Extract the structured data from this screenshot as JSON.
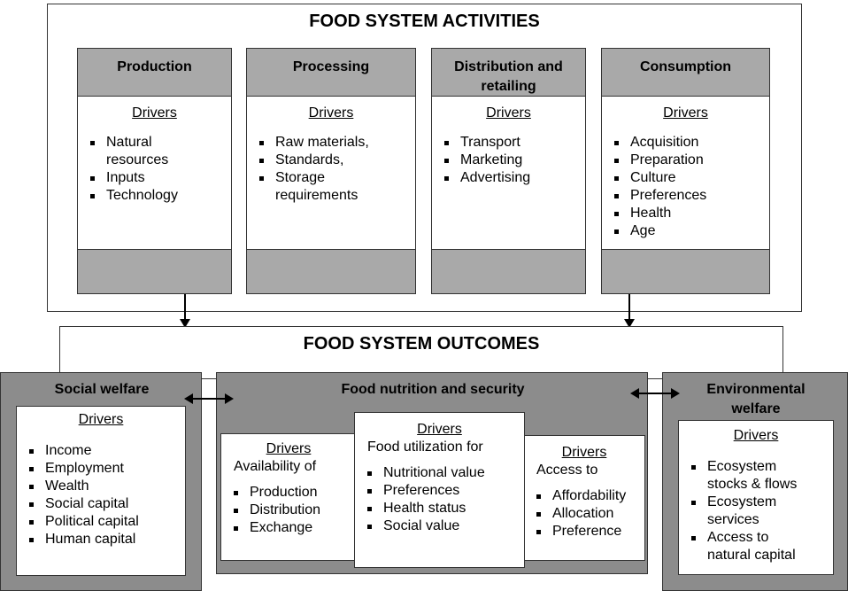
{
  "activities": {
    "title": "FOOD SYSTEM ACTIVITIES",
    "columns": [
      {
        "title": "Production",
        "drivers_label": "Drivers",
        "items": [
          "Natural resources",
          "Inputs",
          "Technology"
        ]
      },
      {
        "title": "Processing",
        "drivers_label": "Drivers",
        "items": [
          "Raw materials,",
          "Standards,",
          "Storage requirements"
        ]
      },
      {
        "title": "Distribution and retailing",
        "drivers_label": "Drivers",
        "items": [
          "Transport",
          "Marketing",
          "Advertising"
        ]
      },
      {
        "title": "Consumption",
        "drivers_label": "Drivers",
        "items": [
          "Acquisition",
          "Preparation",
          "Culture",
          "Preferences",
          "Health",
          "Age"
        ]
      }
    ]
  },
  "outcomes": {
    "title": "FOOD SYSTEM OUTCOMES",
    "social": {
      "title": "Social welfare",
      "drivers_label": "Drivers",
      "items": [
        "Income",
        "Employment",
        "Wealth",
        "Social capital",
        "Political capital",
        "Human capital"
      ]
    },
    "food": {
      "title": "Food nutrition and security",
      "availability": {
        "drivers_label": "Drivers",
        "subtitle": "Availability of",
        "items": [
          "Production",
          "Distribution",
          "Exchange"
        ]
      },
      "utilization": {
        "drivers_label": "Drivers",
        "subtitle": "Food utilization for",
        "items": [
          "Nutritional value",
          "Preferences",
          "Health status",
          "Social value"
        ]
      },
      "access": {
        "drivers_label": "Drivers",
        "subtitle": "Access to",
        "items": [
          "Affordability",
          "Allocation",
          "Preference"
        ]
      }
    },
    "environmental": {
      "title": "Environmental welfare",
      "drivers_label": "Drivers",
      "items": [
        "Ecosystem stocks & flows",
        "Ecosystem services",
        "Access to natural capital"
      ]
    }
  }
}
